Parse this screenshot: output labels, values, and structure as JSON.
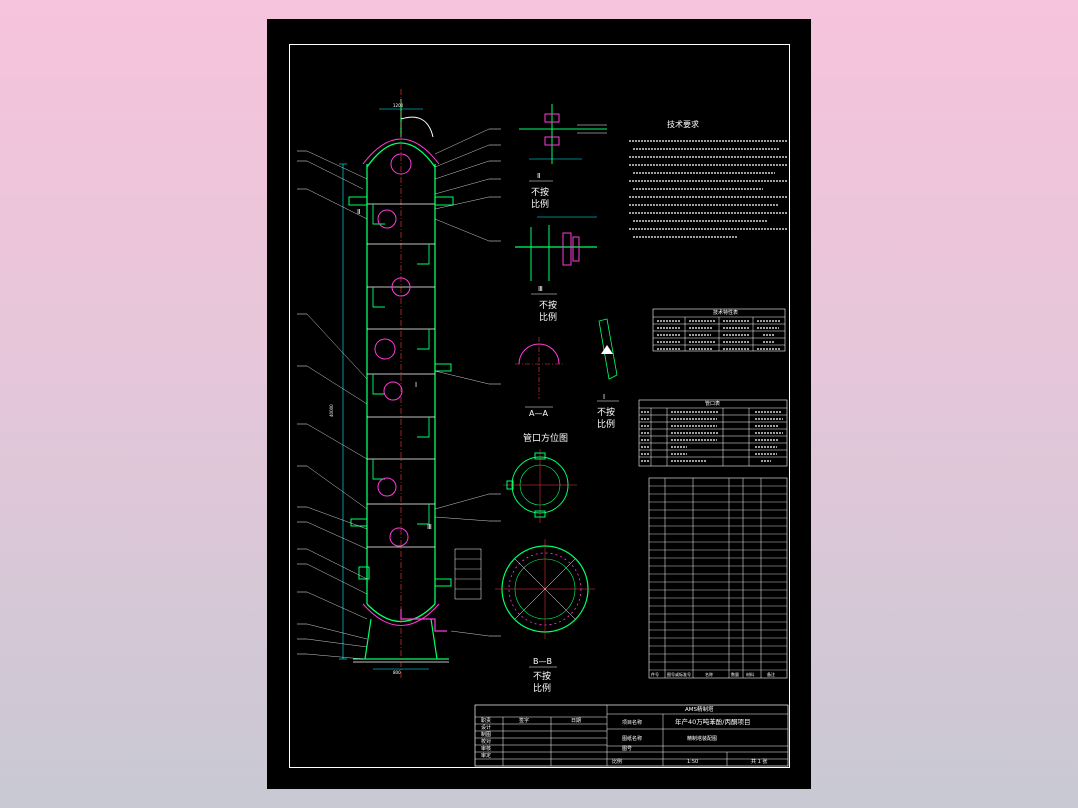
{
  "views": {
    "view2": {
      "label": "Ⅱ",
      "note1": "不按",
      "note2": "比例"
    },
    "view3": {
      "label": "Ⅲ",
      "note1": "不按",
      "note2": "比例"
    },
    "view1": {
      "label": "Ⅰ",
      "note1": "不按",
      "note2": "比例"
    },
    "section_aa": {
      "label": "A—A"
    },
    "section_bb": {
      "label": "B—B",
      "note1": "不按",
      "note2": "比例"
    },
    "nozzle_plan": {
      "title": "管口方位图"
    }
  },
  "main_drawing_callouts": {
    "col_height": "40000",
    "col_top_width": "1200",
    "col_bottom_width": "800",
    "label_I": "Ⅰ",
    "label_II": "Ⅱ",
    "label_III": "Ⅲ"
  },
  "tech_requirements": {
    "title": "技术要求"
  },
  "design_table": {
    "title": "技术特性表"
  },
  "nozzle_table": {
    "title": "管口表"
  },
  "title_block": {
    "company": "AMS精制塔",
    "project_label": "项目名称",
    "project_name": "年产40万吨苯酚/丙酮项目",
    "drawing_label": "图纸名称",
    "drawing_name": "精制塔装配图",
    "drawing_no_label": "图号",
    "scale_label": "比例",
    "scale_value": "1:50",
    "sheet": "共 1 张",
    "row_labels": [
      "职责",
      "设计",
      "制图",
      "校对",
      "审核",
      "审定"
    ],
    "col_sign": "签字",
    "col_date": "日期"
  },
  "parts_list_footer": {
    "col_no": "件号",
    "col_drawing": "图号或标准号",
    "col_name": "名称",
    "col_qty": "数量",
    "col_material": "材料",
    "col_note": "备注"
  }
}
